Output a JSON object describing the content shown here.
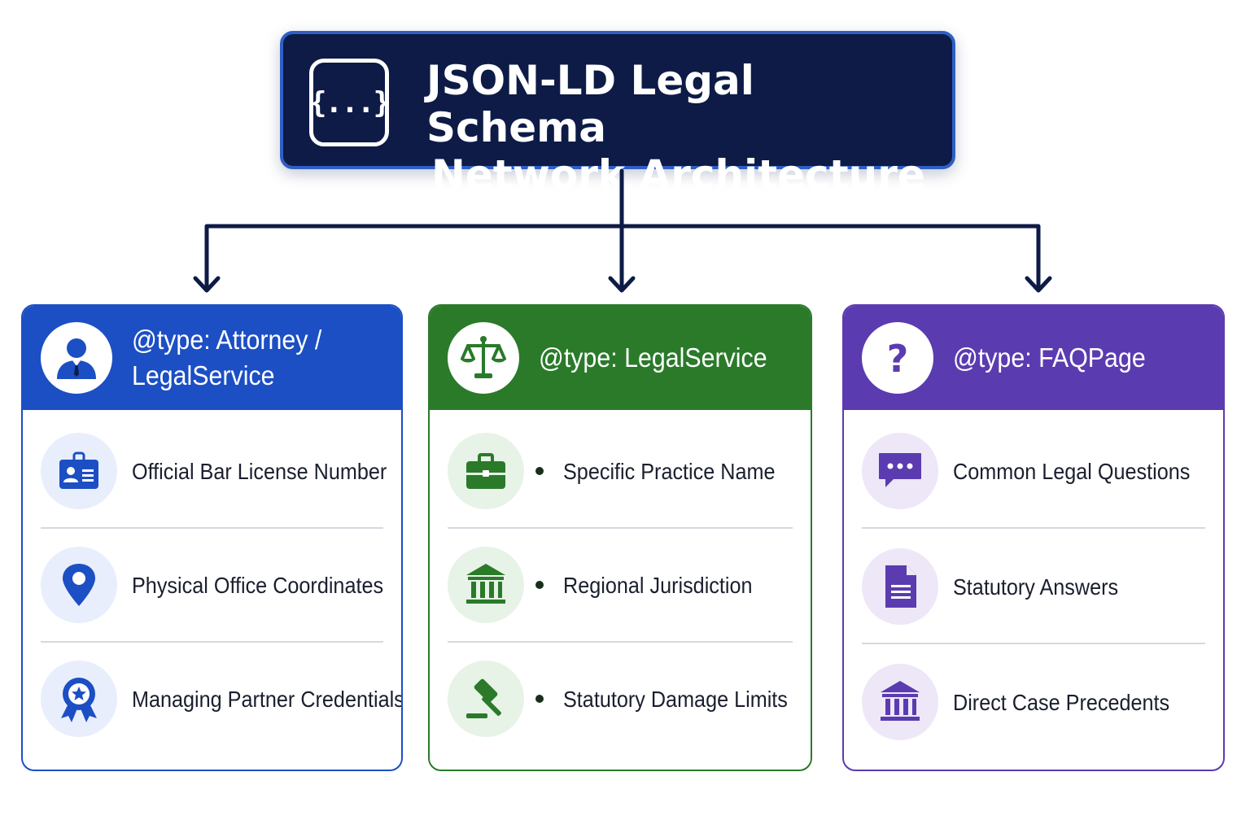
{
  "root": {
    "icon": "json-braces-icon",
    "icon_text": "{...}",
    "title_line1": "JSON-LD Legal Schema",
    "title_line2": "Network Architecture"
  },
  "colors": {
    "navy": "#0d1b46",
    "blue": "#1c4fc4",
    "green": "#2a7a2a",
    "purple": "#5b3bb0",
    "connector": "#0d1b46"
  },
  "cards": [
    {
      "title": "@type: Attorney / LegalService",
      "icon": "attorney-person-icon",
      "rows": [
        {
          "label": "Official Bar License Number",
          "icon": "id-badge-icon"
        },
        {
          "label": "Physical Office Coordinates",
          "icon": "map-pin-icon"
        },
        {
          "label": "Managing Partner Credentials",
          "icon": "award-ribbon-icon"
        }
      ]
    },
    {
      "title": "@type: LegalService",
      "icon": "scales-of-justice-icon",
      "rows": [
        {
          "label": "Specific Practice Name",
          "icon": "briefcase-icon"
        },
        {
          "label": "Regional Jurisdiction",
          "icon": "courthouse-icon"
        },
        {
          "label": "Statutory Damage Limits",
          "icon": "gavel-icon"
        }
      ]
    },
    {
      "title": "@type: FAQPage",
      "icon": "question-bubble-icon",
      "rows": [
        {
          "label": "Common Legal Questions",
          "icon": "chat-bubble-icon"
        },
        {
          "label": "Statutory Answers",
          "icon": "document-icon"
        },
        {
          "label": "Direct Case Precedents",
          "icon": "courthouse-icon"
        }
      ]
    }
  ]
}
